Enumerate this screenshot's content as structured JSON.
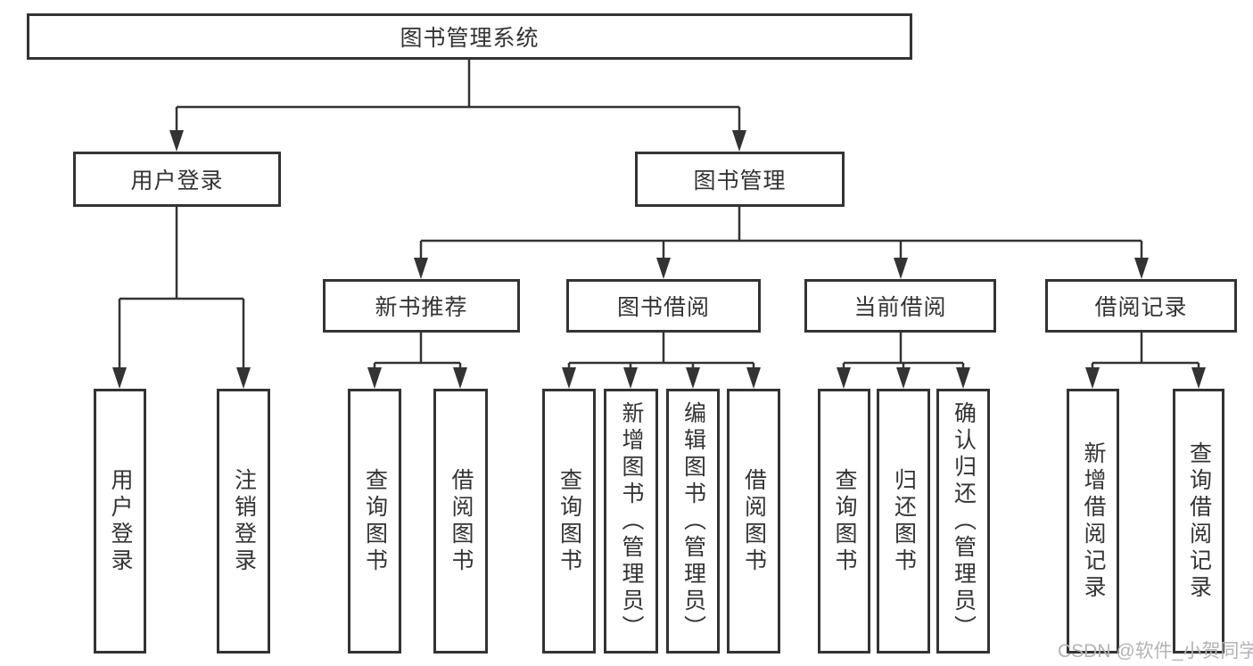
{
  "tree": {
    "root": {
      "label": "图书管理系统"
    },
    "branches": [
      {
        "label": "用户登录",
        "children": [
          {
            "label": "用户登录"
          },
          {
            "label": "注销登录"
          }
        ]
      },
      {
        "label": "图书管理",
        "children": [
          {
            "label": "新书推荐",
            "children": [
              {
                "label": "查询图书"
              },
              {
                "label": "借阅图书"
              }
            ]
          },
          {
            "label": "图书借阅",
            "children": [
              {
                "label": "查询图书"
              },
              {
                "label": "新增图书（管理员）"
              },
              {
                "label": "编辑图书（管理员）"
              },
              {
                "label": "借阅图书"
              }
            ]
          },
          {
            "label": "当前借阅",
            "children": [
              {
                "label": "查询图书"
              },
              {
                "label": "归还图书"
              },
              {
                "label": "确认归还（管理员）"
              }
            ]
          },
          {
            "label": "借阅记录",
            "children": [
              {
                "label": "新增借阅记录"
              },
              {
                "label": "查询借阅记录"
              }
            ]
          }
        ]
      }
    ]
  },
  "watermark": "CSDN @软件_小贺同学",
  "colors": {
    "line": "#333333",
    "text": "#333333",
    "box_background": "#ffffff",
    "watermark": "#b3b3b3",
    "background": "#ffffff"
  }
}
